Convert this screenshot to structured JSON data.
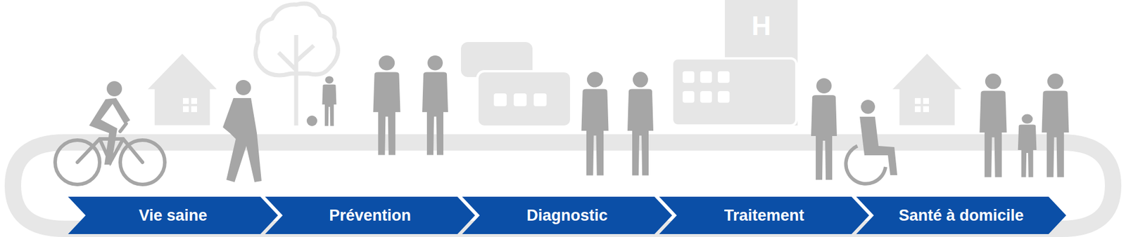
{
  "diagram": {
    "nodes": [
      {
        "text": [
          "Vie saine"
        ]
      },
      {
        "text": [
          "Prévention"
        ]
      },
      {
        "text": [
          "Diagnostic"
        ]
      },
      {
        "text": [
          "Traitement"
        ]
      },
      {
        "text": [
          "Santé à domicile"
        ]
      }
    ],
    "labels": [
      "H"
    ]
  }
}
